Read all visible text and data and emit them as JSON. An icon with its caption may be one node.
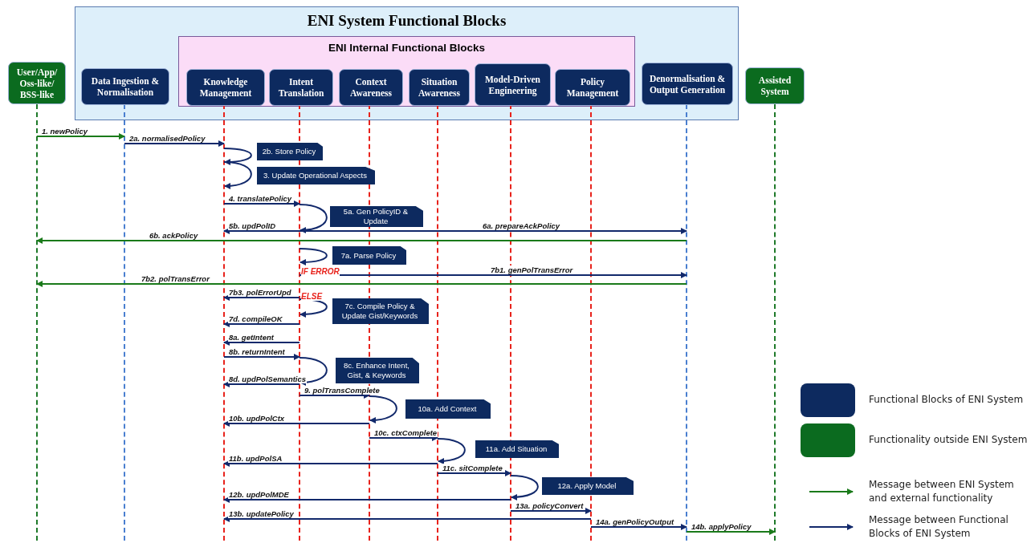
{
  "diagram": {
    "nodes": [
      {
        "text": [
          "ENI System Functional Blocks"
        ]
      },
      {
        "text": [
          "ENI Internal Functional Blocks"
        ],
        "in": 0
      },
      {
        "text": [
          "User/App/ Oss-like/ BSS-like"
        ]
      },
      {
        "text": [
          "Data Ingestion & Normalisation"
        ],
        "in": 0
      },
      {
        "text": [
          "Knowledge Management"
        ],
        "in": 1
      },
      {
        "text": [
          "Intent Translation"
        ],
        "in": 1
      },
      {
        "text": [
          "Context Awareness"
        ],
        "in": 1
      },
      {
        "text": [
          "Situation Awareness"
        ],
        "in": 1
      },
      {
        "text": [
          "Model-Driven Engineering"
        ],
        "in": 1
      },
      {
        "text": [
          "Policy Management"
        ],
        "in": 1
      },
      {
        "text": [
          "Denormalisation & Output Generation"
        ],
        "in": 0
      },
      {
        "text": [
          "Assisted System"
        ]
      },
      {
        "text": [
          "2b. Store Policy"
        ]
      },
      {
        "text": [
          "3. Update Operational Aspects"
        ]
      },
      {
        "text": [
          "5a. Gen PolicyID & Update"
        ]
      },
      {
        "text": [
          "7a. Parse Policy"
        ]
      },
      {
        "text": [
          "7c. Compile Policy & Update Gist/Keywords"
        ]
      },
      {
        "text": [
          "8c. Enhance Intent, Gist, & Keywords"
        ]
      },
      {
        "text": [
          "10a. Add Context"
        ]
      },
      {
        "text": [
          "11a. Add Situation"
        ]
      },
      {
        "text": [
          "12a. Apply Model"
        ]
      },
      {
        "text": [],
        "shape": "line"
      },
      {
        "text": [],
        "shape": "line"
      },
      {
        "text": [],
        "shape": "line"
      },
      {
        "text": [],
        "shape": "line"
      },
      {
        "text": [],
        "shape": "line"
      },
      {
        "text": [],
        "shape": "line"
      },
      {
        "text": [],
        "shape": "line"
      },
      {
        "text": [],
        "shape": "line"
      },
      {
        "text": [],
        "shape": "line"
      },
      {
        "text": [],
        "shape": "line"
      }
    ],
    "edges": [
      {
        "from": 21,
        "to": 22,
        "arrow": "to",
        "label": "1. newPolicy",
        "color": "#1a7a1a"
      },
      {
        "from": 22,
        "to": 23,
        "arrow": "to",
        "label": "2a. normalisedPolicy"
      },
      {
        "from": 23,
        "to": 23,
        "arrow": "to"
      },
      {
        "from": 23,
        "to": 23,
        "arrow": "to"
      },
      {
        "from": 23,
        "to": 24,
        "arrow": "to",
        "label": "4. translatePolicy"
      },
      {
        "from": 24,
        "to": 24,
        "arrow": "to"
      },
      {
        "from": 24,
        "to": 23,
        "arrow": "to",
        "label": "5b. updPolID"
      },
      {
        "from": 24,
        "to": 29,
        "arrow": "to",
        "label": "6a. prepareAckPolicy"
      },
      {
        "from": 29,
        "to": 21,
        "arrow": "to",
        "label": "6b. ackPolicy",
        "color": "#1a7a1a"
      },
      {
        "from": 24,
        "to": 24,
        "arrow": "to"
      },
      {
        "from": 24,
        "to": 29,
        "arrow": "to",
        "label": "7b1. genPolTransError"
      },
      {
        "from": 29,
        "to": 21,
        "arrow": "to",
        "label": "7b2. polTransError",
        "color": "#1a7a1a"
      },
      {
        "from": 24,
        "to": 23,
        "arrow": "to",
        "label": "7b3. polErrorUpd"
      },
      {
        "from": 24,
        "to": 24,
        "arrow": "to"
      },
      {
        "from": 24,
        "to": 23,
        "arrow": "to",
        "label": "7d. compileOK"
      },
      {
        "from": 24,
        "to": 23,
        "arrow": "to",
        "label": "8a. getIntent"
      },
      {
        "from": 23,
        "to": 24,
        "arrow": "to",
        "label": "8b. returnIntent"
      },
      {
        "from": 24,
        "to": 24,
        "arrow": "to"
      },
      {
        "from": 24,
        "to": 23,
        "arrow": "to",
        "label": "8d. updPolSemantics"
      },
      {
        "from": 24,
        "to": 25,
        "arrow": "to",
        "label": "9. polTransComplete"
      },
      {
        "from": 25,
        "to": 25,
        "arrow": "to"
      },
      {
        "from": 25,
        "to": 23,
        "arrow": "to",
        "label": "10b. updPolCtx"
      },
      {
        "from": 25,
        "to": 26,
        "arrow": "to",
        "label": "10c. ctxComplete"
      },
      {
        "from": 26,
        "to": 26,
        "arrow": "to"
      },
      {
        "from": 26,
        "to": 23,
        "arrow": "to",
        "label": "11b. updPolSA"
      },
      {
        "from": 26,
        "to": 27,
        "arrow": "to",
        "label": "11c. sitComplete"
      },
      {
        "from": 27,
        "to": 27,
        "arrow": "to"
      },
      {
        "from": 27,
        "to": 23,
        "arrow": "to",
        "label": "12b. updPolMDE"
      },
      {
        "from": 27,
        "to": 28,
        "arrow": "to",
        "label": "13a. policyConvert"
      },
      {
        "from": 28,
        "to": 23,
        "arrow": "to",
        "label": "13b. updatePolicy"
      },
      {
        "from": 28,
        "to": 29,
        "arrow": "to",
        "label": "14a. genPolicyOutput"
      },
      {
        "from": 29,
        "to": 30,
        "arrow": "to",
        "label": "14b. applyPolicy",
        "color": "#1a7a1a"
      }
    ],
    "labels": [
      "IF ERROR",
      "ELSE"
    ],
    "legend": [
      {
        "text": "Functional Blocks of ENI System",
        "color": "#0d2a5f"
      },
      {
        "text": "Functionality outside ENI System",
        "color": "#0b6b1f"
      },
      {
        "text": "Message between ENI System and external functionality"
      },
      {
        "text": "Message between Functional Blocks of ENI System"
      }
    ]
  }
}
